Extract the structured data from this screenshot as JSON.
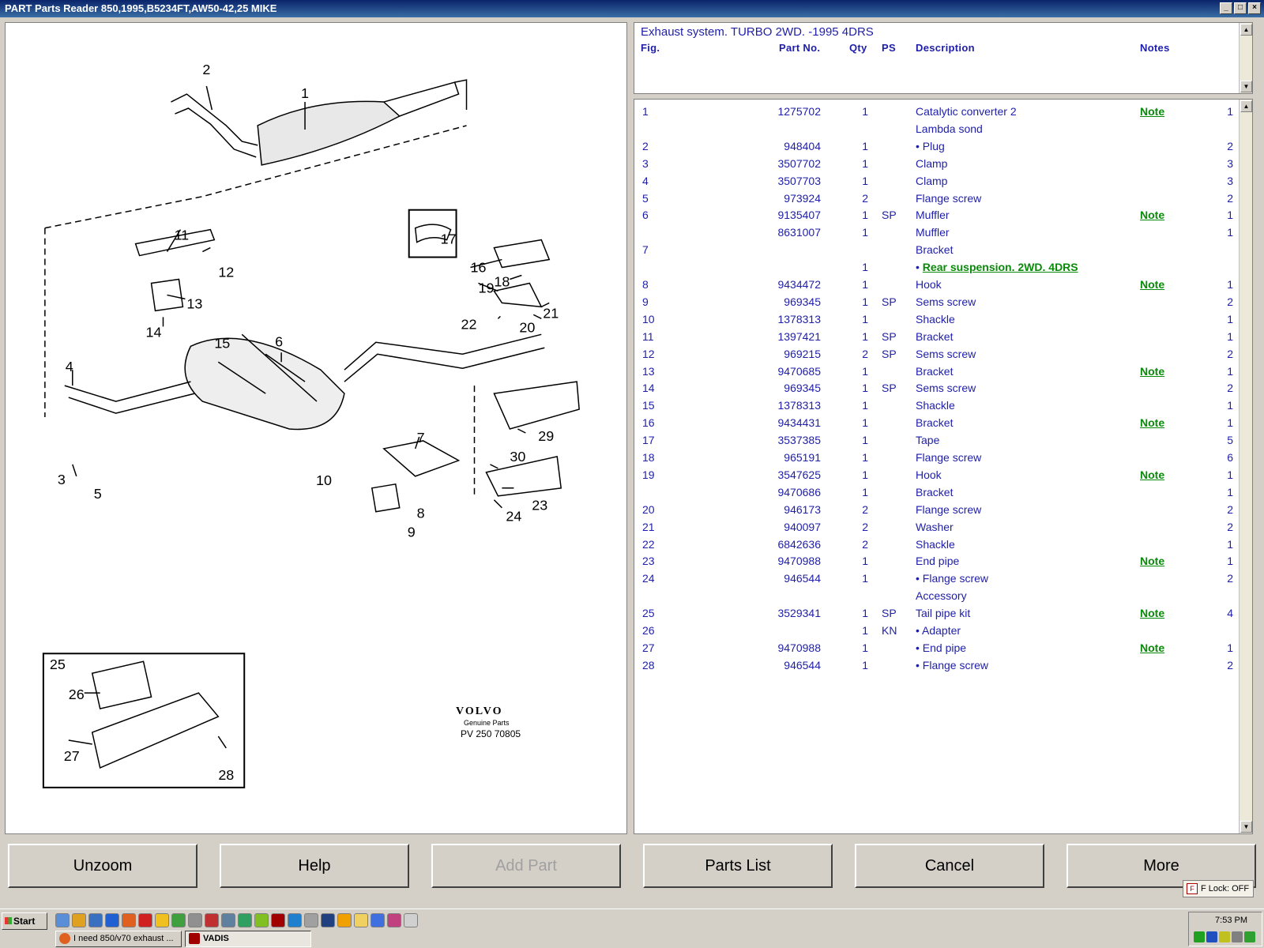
{
  "window": {
    "title": "PART Parts Reader 850,1995,B5234FT,AW50-42,25 MIKE"
  },
  "drawing": {
    "callouts": [
      "1",
      "2",
      "3",
      "4",
      "5",
      "6",
      "7",
      "8",
      "9",
      "10",
      "11",
      "12",
      "13",
      "14",
      "15",
      "16",
      "17",
      "18",
      "19",
      "20",
      "21",
      "22",
      "23",
      "24",
      "25",
      "26",
      "27",
      "28",
      "29",
      "30"
    ],
    "brand": "VOLVO",
    "brand_sub": "Genuine Parts",
    "code": "PV 250 70805"
  },
  "list": {
    "title": "Exhaust system. TURBO 2WD. -1995 4DRS",
    "columns": {
      "fig": "Fig.",
      "part": "Part No.",
      "qty": "Qty",
      "ps": "PS",
      "desc": "Description",
      "notes": "Notes"
    },
    "rows": [
      {
        "fig": "1",
        "part": "1275702",
        "qty": "1",
        "ps": "",
        "desc": "Catalytic converter 2",
        "note": "Note",
        "n": "1"
      },
      {
        "fig": "",
        "part": "",
        "qty": "",
        "ps": "",
        "desc": "Lambda sond",
        "note": "",
        "n": ""
      },
      {
        "fig": "2",
        "part": "948404",
        "qty": "1",
        "ps": "",
        "desc": "• Plug",
        "note": "",
        "n": "2"
      },
      {
        "fig": "3",
        "part": "3507702",
        "qty": "1",
        "ps": "",
        "desc": "Clamp",
        "note": "",
        "n": "3"
      },
      {
        "fig": "4",
        "part": "3507703",
        "qty": "1",
        "ps": "",
        "desc": "Clamp",
        "note": "",
        "n": "3"
      },
      {
        "fig": "5",
        "part": "973924",
        "qty": "2",
        "ps": "",
        "desc": "Flange screw",
        "note": "",
        "n": "2"
      },
      {
        "fig": "6",
        "part": "9135407",
        "qty": "1",
        "ps": "SP",
        "desc": "Muffler",
        "note": "Note",
        "n": "1"
      },
      {
        "fig": "",
        "part": "8631007",
        "qty": "1",
        "ps": "",
        "desc": "Muffler",
        "note": "",
        "n": "1"
      },
      {
        "fig": "7",
        "part": "",
        "qty": "",
        "ps": "",
        "desc": "Bracket",
        "note": "",
        "n": ""
      },
      {
        "fig": "",
        "part": "",
        "qty": "1",
        "ps": "",
        "desc": "• ",
        "link": "Rear suspension. 2WD. 4DRS",
        "note": "",
        "n": ""
      },
      {
        "fig": "8",
        "part": "9434472",
        "qty": "1",
        "ps": "",
        "desc": "Hook",
        "note": "Note",
        "n": "1"
      },
      {
        "fig": "9",
        "part": "969345",
        "qty": "1",
        "ps": "SP",
        "desc": "Sems screw",
        "note": "",
        "n": "2"
      },
      {
        "fig": "10",
        "part": "1378313",
        "qty": "1",
        "ps": "",
        "desc": "Shackle",
        "note": "",
        "n": "1"
      },
      {
        "fig": "11",
        "part": "1397421",
        "qty": "1",
        "ps": "SP",
        "desc": "Bracket",
        "note": "",
        "n": "1"
      },
      {
        "fig": "12",
        "part": "969215",
        "qty": "2",
        "ps": "SP",
        "desc": "Sems screw",
        "note": "",
        "n": "2"
      },
      {
        "fig": "13",
        "part": "9470685",
        "qty": "1",
        "ps": "",
        "desc": "Bracket",
        "note": "Note",
        "n": "1"
      },
      {
        "fig": "14",
        "part": "969345",
        "qty": "1",
        "ps": "SP",
        "desc": "Sems screw",
        "note": "",
        "n": "2"
      },
      {
        "fig": "15",
        "part": "1378313",
        "qty": "1",
        "ps": "",
        "desc": "Shackle",
        "note": "",
        "n": "1"
      },
      {
        "fig": "16",
        "part": "9434431",
        "qty": "1",
        "ps": "",
        "desc": "Bracket",
        "note": "Note",
        "n": "1"
      },
      {
        "fig": "17",
        "part": "3537385",
        "qty": "1",
        "ps": "",
        "desc": "Tape",
        "note": "",
        "n": "5"
      },
      {
        "fig": "18",
        "part": "965191",
        "qty": "1",
        "ps": "",
        "desc": "Flange screw",
        "note": "",
        "n": "6"
      },
      {
        "fig": "19",
        "part": "3547625",
        "qty": "1",
        "ps": "",
        "desc": "Hook",
        "note": "Note",
        "n": "1"
      },
      {
        "fig": "",
        "part": "9470686",
        "qty": "1",
        "ps": "",
        "desc": "Bracket",
        "note": "",
        "n": "1"
      },
      {
        "fig": "20",
        "part": "946173",
        "qty": "2",
        "ps": "",
        "desc": "Flange screw",
        "note": "",
        "n": "2"
      },
      {
        "fig": "21",
        "part": "940097",
        "qty": "2",
        "ps": "",
        "desc": "Washer",
        "note": "",
        "n": "2"
      },
      {
        "fig": "22",
        "part": "6842636",
        "qty": "2",
        "ps": "",
        "desc": "Shackle",
        "note": "",
        "n": "1"
      },
      {
        "fig": "23",
        "part": "9470988",
        "qty": "1",
        "ps": "",
        "desc": "End pipe",
        "note": "Note",
        "n": "1"
      },
      {
        "fig": "24",
        "part": "946544",
        "qty": "1",
        "ps": "",
        "desc": "• Flange screw",
        "note": "",
        "n": "2"
      },
      {
        "fig": "",
        "part": "",
        "qty": "",
        "ps": "",
        "desc": "Accessory",
        "note": "",
        "n": ""
      },
      {
        "fig": "25",
        "part": "3529341",
        "qty": "1",
        "ps": "SP",
        "desc": "Tail pipe kit",
        "note": "Note",
        "n": "4"
      },
      {
        "fig": "26",
        "part": "",
        "qty": "1",
        "ps": "KN",
        "desc": "• Adapter",
        "note": "",
        "n": ""
      },
      {
        "fig": "27",
        "part": "9470988",
        "qty": "1",
        "ps": "",
        "desc": "• End pipe",
        "note": "Note",
        "n": "1"
      },
      {
        "fig": "28",
        "part": "946544",
        "qty": "1",
        "ps": "",
        "desc": "• Flange screw",
        "note": "",
        "n": "2"
      }
    ]
  },
  "buttons": {
    "unzoom": "Unzoom",
    "help": "Help",
    "add_part": "Add Part",
    "parts_list": "Parts List",
    "cancel": "Cancel",
    "more": "More"
  },
  "flock": "F Lock: OFF",
  "taskbar": {
    "start": "Start",
    "tasks": [
      {
        "label": "I need 850/v70 exhaust ...",
        "icon": "firefox-icon"
      },
      {
        "label": "VADIS",
        "icon": "volvo-icon"
      }
    ],
    "clock": "7:53 PM"
  },
  "colors": {
    "title_bar": "#0a246a",
    "list_text": "#1e1ea8",
    "note_link": "#0a8a0a"
  }
}
